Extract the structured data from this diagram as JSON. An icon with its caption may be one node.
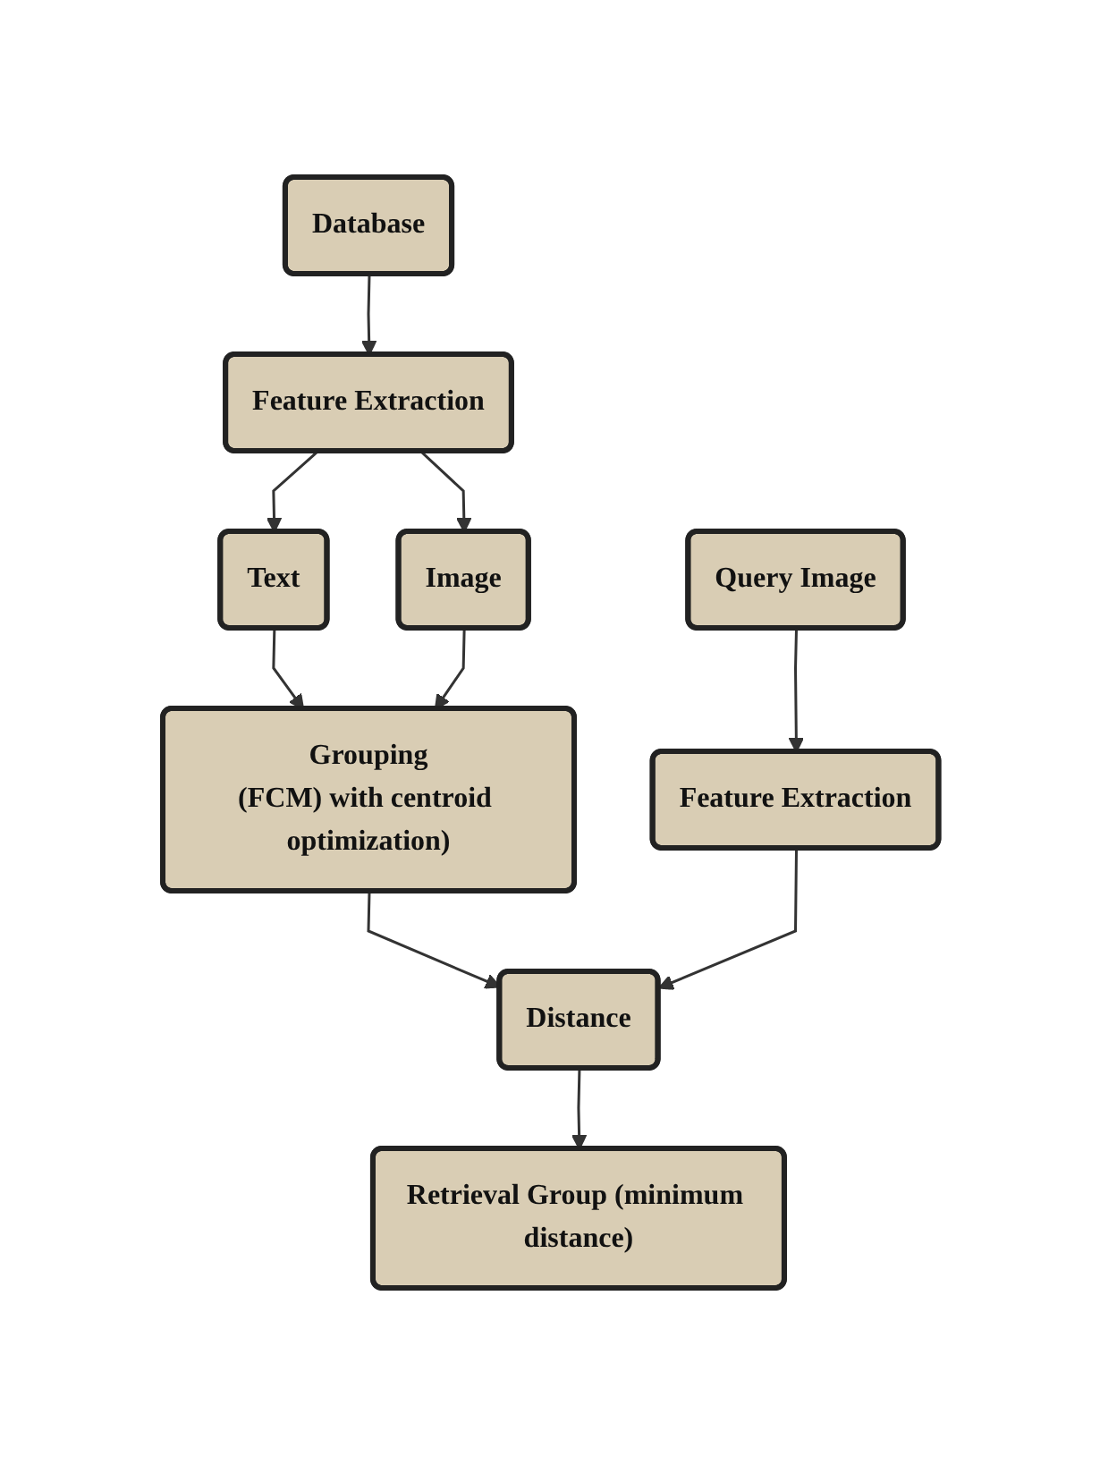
{
  "diagram": {
    "nodes": [
      {
        "text": [
          "Database"
        ]
      },
      {
        "text": [
          "Feature Extraction"
        ]
      },
      {
        "text": [
          "Text"
        ]
      },
      {
        "text": [
          "Image"
        ]
      },
      {
        "text": [
          "Grouping",
          "(FCM) with centroid optimization)"
        ]
      },
      {
        "text": [
          "Distance"
        ]
      },
      {
        "text": [
          "Feature Extraction"
        ]
      },
      {
        "text": [
          "Query Image"
        ]
      },
      {
        "text": [
          "Retrieval Group (minimum distance)"
        ]
      }
    ],
    "edges": [
      {
        "from": 0,
        "to": 1,
        "arrow": "to"
      },
      {
        "from": 1,
        "to": 2,
        "arrow": "to"
      },
      {
        "from": 1,
        "to": 3,
        "arrow": "to"
      },
      {
        "from": 2,
        "to": 4,
        "arrow": "to"
      },
      {
        "from": 3,
        "to": 4,
        "arrow": "to"
      },
      {
        "from": 4,
        "to": 5,
        "arrow": "to"
      },
      {
        "from": 6,
        "to": 5,
        "arrow": "to"
      },
      {
        "from": 7,
        "to": 6,
        "arrow": "to"
      },
      {
        "from": 5,
        "to": 8,
        "arrow": "to"
      }
    ]
  }
}
